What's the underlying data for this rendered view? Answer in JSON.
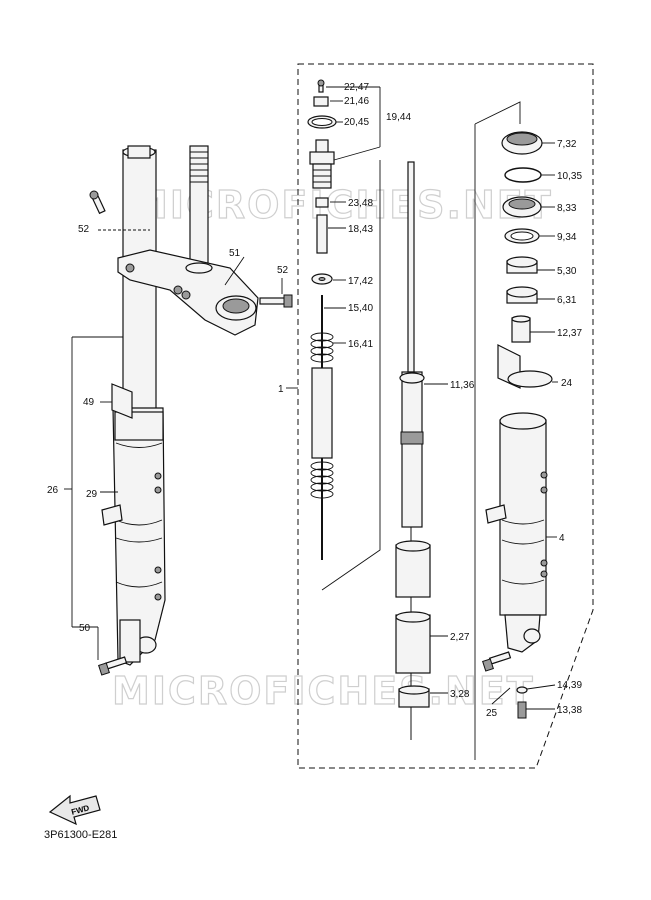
{
  "diagram_code": "3P61300-E281",
  "watermark_text": "MICROFICHES.NET",
  "fwd_label": "FWD",
  "labels": {
    "p22_47": "22,47",
    "p21_46": "21,46",
    "p20_45": "20,45",
    "p19_44": "19,44",
    "p23_48": "23,48",
    "p18_43": "18,43",
    "p17_42": "17,42",
    "p15_40": "15,40",
    "p16_41": "16,41",
    "p1": "1",
    "p11_36": "11,36",
    "p2_27": "2,27",
    "p3_28": "3,28",
    "p7_32": "7,32",
    "p10_35": "10,35",
    "p8_33": "8,33",
    "p9_34": "9,34",
    "p5_30": "5,30",
    "p6_31": "6,31",
    "p12_37": "12,37",
    "p24": "24",
    "p4": "4",
    "p14_39": "14,39",
    "p13_38": "13,38",
    "p25": "25",
    "p52a": "52",
    "p52b": "52",
    "p51": "51",
    "p49": "49",
    "p26": "26",
    "p29": "29",
    "p50": "50"
  }
}
